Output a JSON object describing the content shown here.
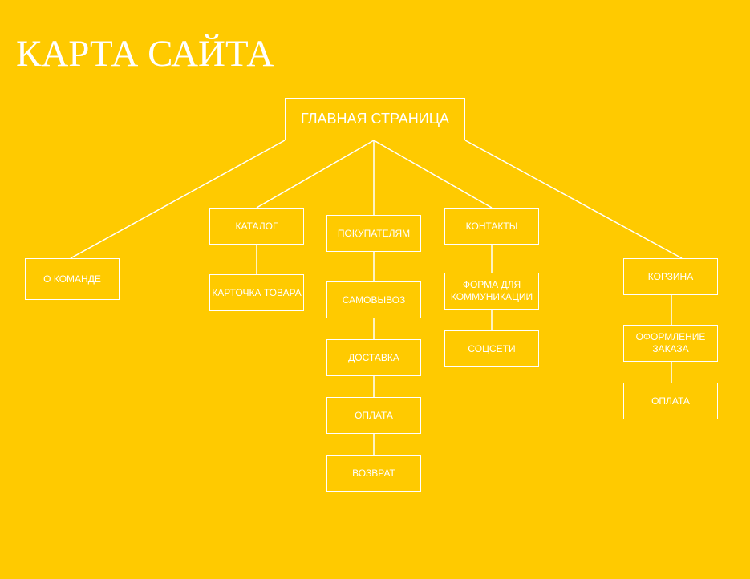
{
  "page": {
    "title": "КАРТА САЙТА",
    "background_color": "#FFCA00",
    "line_color": "#FFFFFF",
    "text_color": "#FFFFFF"
  },
  "sitemap": {
    "root": "ГЛАВНАЯ СТРАНИЦА",
    "about": "О КОМАНДЕ",
    "catalog": {
      "label": "КАТАЛОГ",
      "children": [
        "КАРТОЧКА ТОВАРА"
      ]
    },
    "customers": {
      "label": "ПОКУПАТЕЛЯМ",
      "children": [
        "САМОВЫВОЗ",
        "ДОСТАВКА",
        "ОПЛАТА",
        "ВОЗВРАТ"
      ]
    },
    "contacts": {
      "label": "КОНТАКТЫ",
      "children": [
        "ФОРМА ДЛЯ\nКОММУНИКАЦИИ",
        "СОЦСЕТИ"
      ]
    },
    "cart": {
      "label": "КОРЗИНА",
      "children": [
        "ОФОРМЛЕНИЕ\nЗАКАЗА",
        "ОПЛАТА"
      ]
    }
  }
}
